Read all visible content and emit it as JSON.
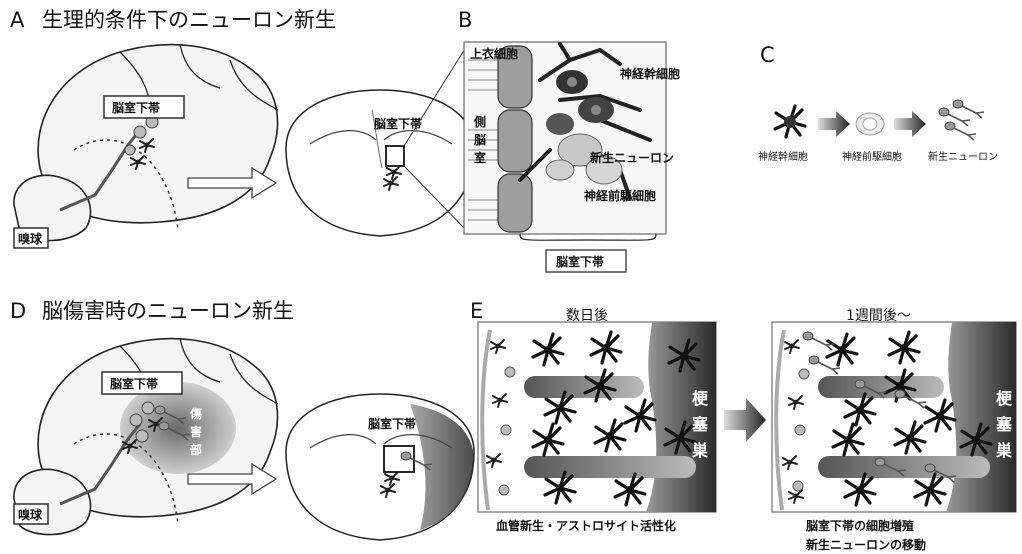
{
  "panels": {
    "A": {
      "letter": "A",
      "title": "生理的条件下のニューロン新生",
      "svz_label": "脳室下帯",
      "ob_label": "嗅球",
      "coronal_svz_label": "脳室下帯"
    },
    "B": {
      "letter": "B",
      "ependymal": "上衣細胞",
      "ventricle_1": "側",
      "ventricle_2": "脳",
      "ventricle_3": "室",
      "stem_cell": "神経幹細胞",
      "new_neuron": "新生ニューロン",
      "progenitor": "神経前駆細胞",
      "svz_box": "脳室下帯"
    },
    "C": {
      "letter": "C",
      "stem_cell": "神経幹細胞",
      "progenitor": "神経前駆細胞",
      "new_neuron": "新生ニューロン"
    },
    "D": {
      "letter": "D",
      "title": "脳傷害時のニューロン新生",
      "svz_label": "脳室下帯",
      "ob_label": "嗅球",
      "injury_1": "傷",
      "injury_2": "害",
      "injury_3": "部",
      "coronal_svz_label": "脳室下帯"
    },
    "E": {
      "letter": "E",
      "days_after": "数日後",
      "week_after": "1週間後～",
      "infarct_1": "梗",
      "infarct_2": "塞",
      "infarct_3": "巣",
      "infarct_b1": "梗",
      "infarct_b2": "塞",
      "infarct_b3": "巣",
      "caption_left": "血管新生・アストロサイト活性化",
      "caption_right_1": "脳室下帯の細胞増殖",
      "caption_right_2": "新生ニューロンの移動"
    }
  }
}
